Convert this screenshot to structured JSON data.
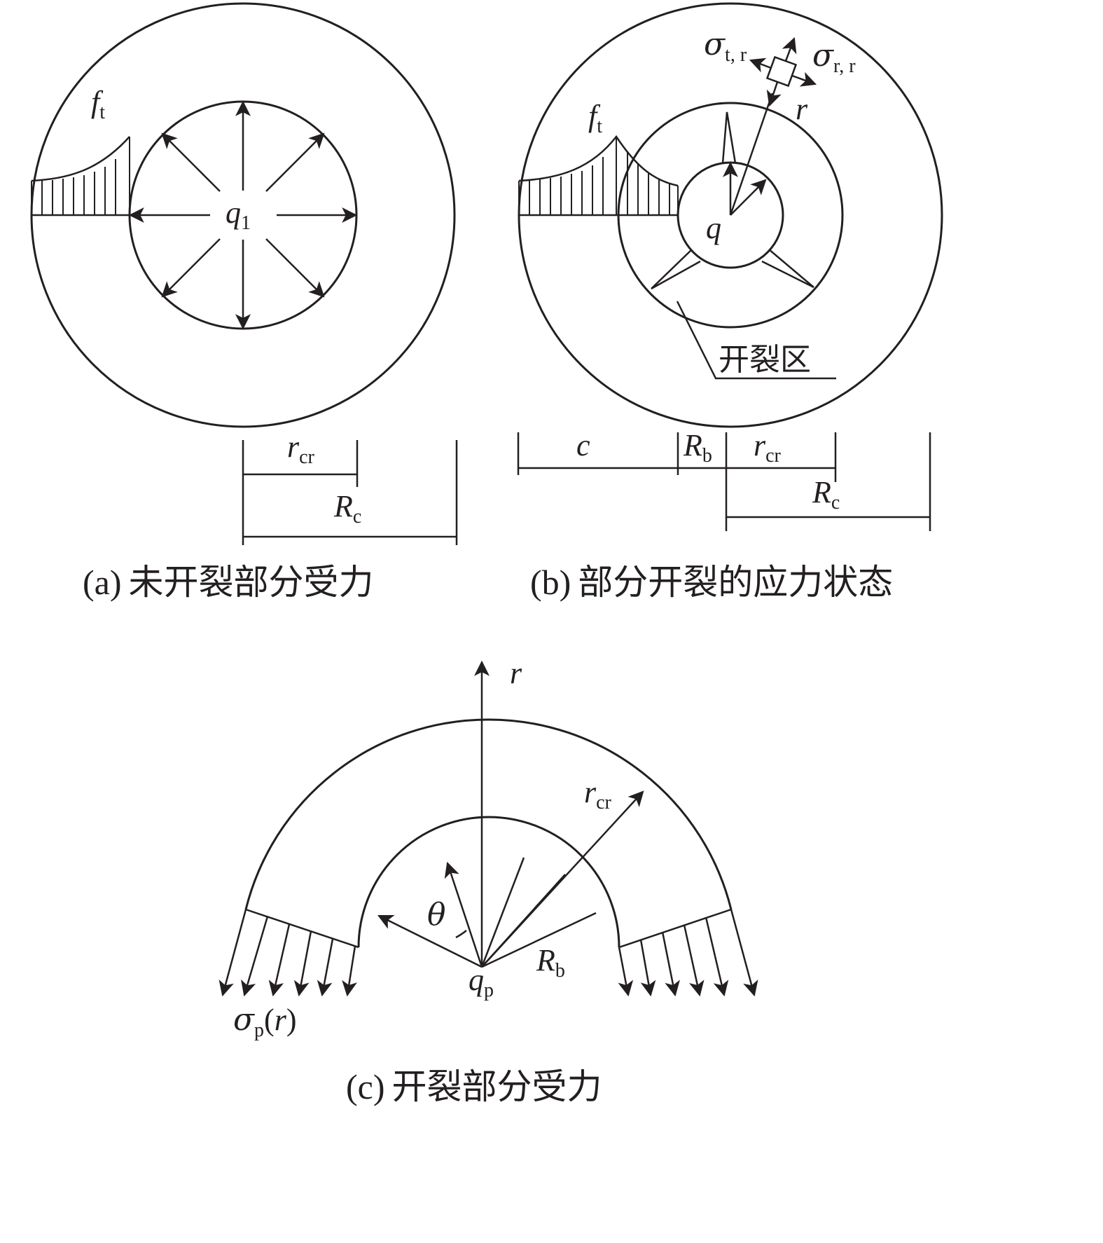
{
  "panel_a": {
    "caption_tag": "(a)",
    "caption_text": "未开裂部分受力",
    "ft_main": "f",
    "ft_sub": "t",
    "q1_main": "q",
    "q1_sub": "1",
    "rcr_main": "r",
    "rcr_sub": "cr",
    "Rc_main": "R",
    "Rc_sub": "c"
  },
  "panel_b": {
    "caption_tag": "(b)",
    "caption_text": "部分开裂的应力状态",
    "ft_main": "f",
    "ft_sub": "t",
    "sigma_t_main": "σ",
    "sigma_t_sub": "t, r",
    "sigma_r_main": "σ",
    "sigma_r_sub": "r, r",
    "r_label": "r",
    "q_label": "q",
    "crack_zone": "开裂区",
    "c_label": "c",
    "Rb_main": "R",
    "Rb_sub": "b",
    "rcr_main": "r",
    "rcr_sub": "cr",
    "Rc_main": "R",
    "Rc_sub": "c"
  },
  "panel_c": {
    "caption_tag": "(c)",
    "caption_text": "开裂部分受力",
    "r_axis": "r",
    "rcr_main": "r",
    "rcr_sub": "cr",
    "theta": "θ",
    "Rb_main": "R",
    "Rb_sub": "b",
    "qp_main": "q",
    "qp_sub": "p",
    "sigma_main": "σ",
    "sigma_sub": "p",
    "sigma_arg_open": "(",
    "sigma_arg": "r",
    "sigma_arg_close": ")"
  }
}
